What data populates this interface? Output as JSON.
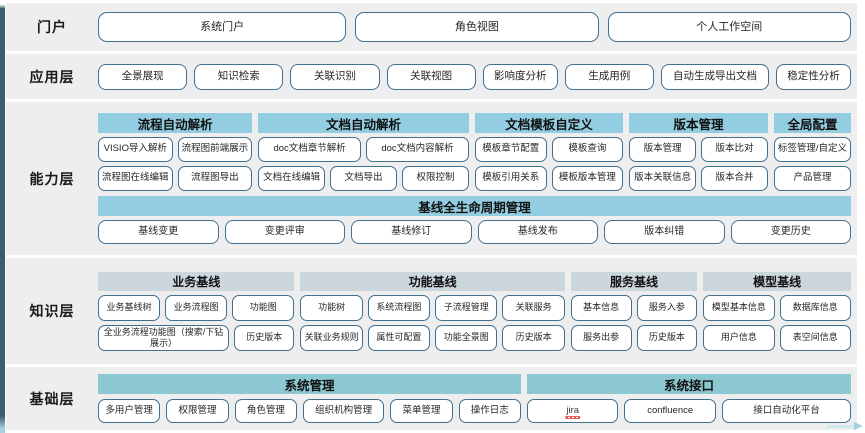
{
  "layers": [
    {
      "id": "portal",
      "label": "门户"
    },
    {
      "id": "application",
      "label": "应用层"
    },
    {
      "id": "capability",
      "label": "能力层"
    },
    {
      "id": "knowledge",
      "label": "知识层"
    },
    {
      "id": "foundation",
      "label": "基础层"
    }
  ],
  "portal": {
    "label": "门户",
    "items": [
      {
        "label": "系统门户"
      },
      {
        "label": "角色视图"
      },
      {
        "label": "个人工作空间"
      }
    ]
  },
  "application": {
    "label": "应用层",
    "items": [
      {
        "label": "全景展现"
      },
      {
        "label": "知识检索"
      },
      {
        "label": "关联识别"
      },
      {
        "label": "关联视图"
      },
      {
        "label": "影响度分析"
      },
      {
        "label": "生成用例"
      },
      {
        "label": "自动生成导出文档"
      },
      {
        "label": "稳定性分析"
      }
    ]
  },
  "capability": {
    "label": "能力层",
    "groups": [
      {
        "title": "流程自动解析",
        "rows": [
          [
            "VISIO导入解析",
            "流程图前端展示"
          ],
          [
            "流程图在线编辑",
            "流程图导出"
          ]
        ]
      },
      {
        "title": "文档自动解析",
        "rows": [
          [
            "doc文档章节解析",
            "doc文档内容解析"
          ],
          [
            "文档在线编辑",
            "文档导出",
            "权限控制"
          ]
        ]
      },
      {
        "title": "文档模板自定义",
        "rows": [
          [
            "模板章节配置",
            "模板查询"
          ],
          [
            "模板引用关系",
            "模板版本管理"
          ]
        ]
      },
      {
        "title": "版本管理",
        "rows": [
          [
            "版本管理",
            "版本比对"
          ],
          [
            "版本关联信息",
            "版本合并"
          ]
        ]
      },
      {
        "title": "全局配置",
        "rows": [
          [
            "标签管理/自定义"
          ],
          [
            "产品管理"
          ]
        ]
      }
    ],
    "lifecycle": {
      "title": "基线全生命周期管理",
      "items": [
        "基线变更",
        "变更评审",
        "基线修订",
        "基线发布",
        "版本纠错",
        "变更历史"
      ]
    }
  },
  "knowledge": {
    "label": "知识层",
    "groups": [
      {
        "title": "业务基线",
        "rows": [
          [
            "业务基线树",
            "业务流程图",
            "功能图"
          ],
          [
            "全业务流程功能图（搜索/下钻展示）",
            "历史版本"
          ]
        ]
      },
      {
        "title": "功能基线",
        "rows": [
          [
            "功能树",
            "系统流程图",
            "子流程管理",
            "关联服务"
          ],
          [
            "关联业务规则",
            "属性可配置",
            "功能全景图",
            "历史版本"
          ]
        ]
      },
      {
        "title": "服务基线",
        "rows": [
          [
            "基本信息",
            "服务入参"
          ],
          [
            "服务出参",
            "历史版本"
          ]
        ]
      },
      {
        "title": "模型基线",
        "rows": [
          [
            "模型基本信息",
            "数据库信息"
          ],
          [
            "用户信息",
            "表空间信息"
          ]
        ]
      }
    ]
  },
  "foundation": {
    "label": "基础层",
    "groups": [
      {
        "title": "系统管理",
        "items": [
          "多用户管理",
          "权限管理",
          "角色管理",
          "组织机构管理",
          "菜单管理",
          "操作日志"
        ]
      },
      {
        "title": "系统接口",
        "items": [
          "jira",
          "confluence",
          "接口自动化平台"
        ]
      }
    ]
  },
  "colors": {
    "layer_background": "#efeeee",
    "capability_header": "#93cde1",
    "knowledge_header": "#ccd6dd",
    "foundation_header": "#8cc8d1",
    "pill_border": "#41708f",
    "page_background": "#ffffff"
  }
}
